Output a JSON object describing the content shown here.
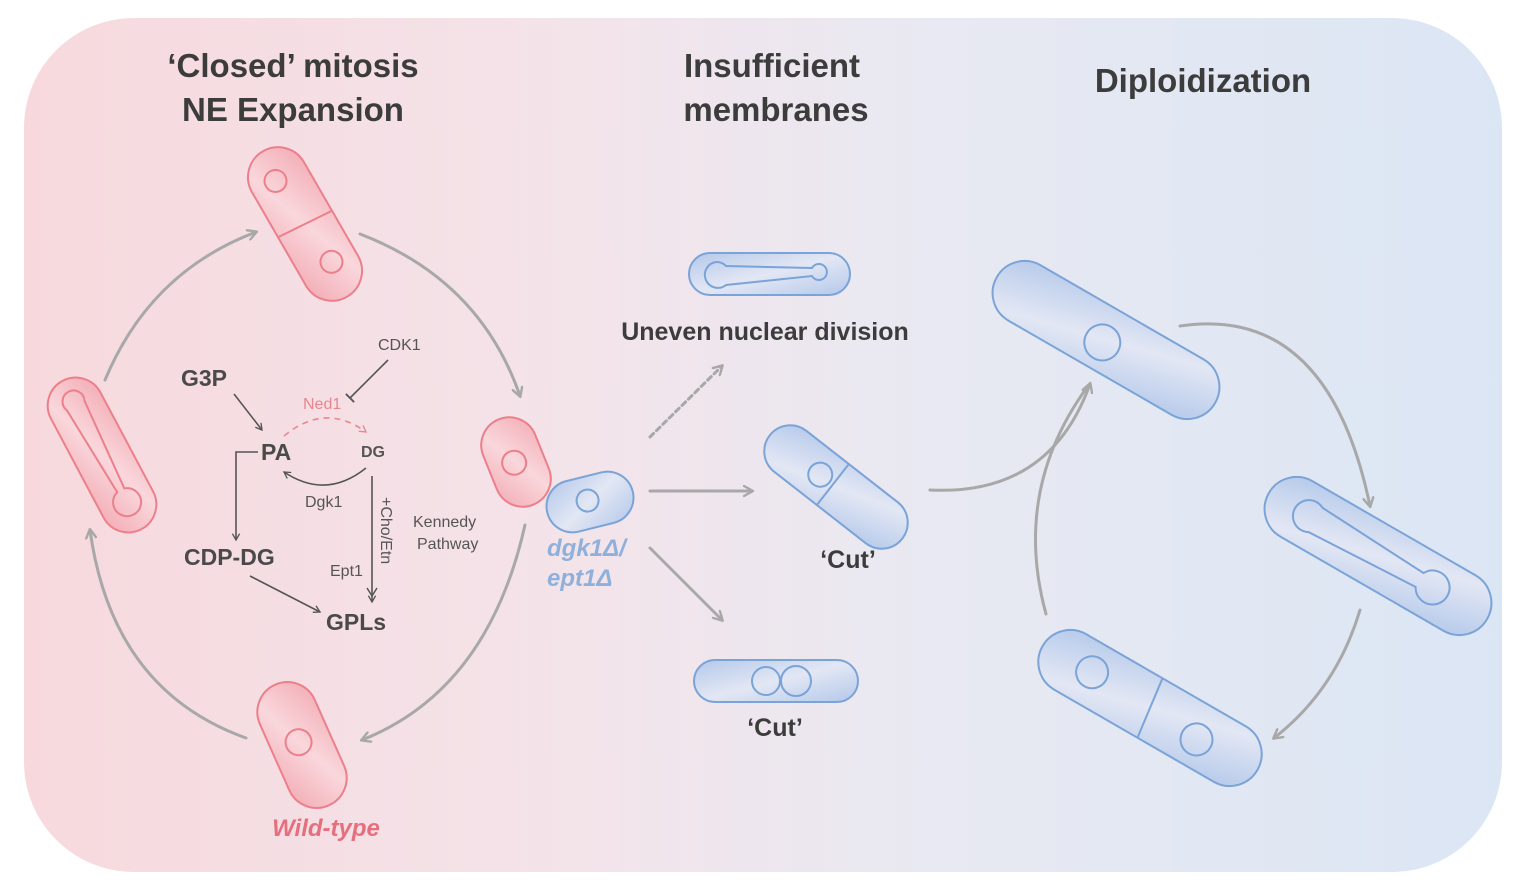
{
  "colors": {
    "pink_fill": "#f4b8bf",
    "pink_stroke": "#ec7f8a",
    "blue_fill": "#b9cbea",
    "blue_stroke": "#7aa3d8",
    "arrow_gray": "#a8a8a8",
    "text_dark": "#3c3c3c",
    "wildtype_pink": "#e56f7d",
    "mutant_blue": "#8fb0db",
    "ned1_pink": "#e9868f"
  },
  "headings": {
    "closed_mitosis_line1": "‘Closed’ mitosis",
    "closed_mitosis_line2": "NE Expansion",
    "insufficient_line1": "Insufficient",
    "insufficient_line2": "membranes",
    "diploidization": "Diploidization"
  },
  "pathway": {
    "g3p": "G3P",
    "pa": "PA",
    "dg": "DG",
    "cdk1": "CDK1",
    "ned1": "Ned1",
    "dgk1": "Dgk1",
    "cdp_dg": "CDP-DG",
    "gpls": "GPLs",
    "ept1": "Ept1",
    "cho_etn": "+Cho/Etn",
    "kennedy_line1": "Kennedy",
    "kennedy_line2": "Pathway"
  },
  "labels": {
    "wild_type": "Wild-type",
    "mutant_line1": "dgk1Δ/",
    "mutant_line2": "ept1Δ",
    "uneven": "Uneven nuclear division",
    "cut_1": "‘Cut’",
    "cut_2": "‘Cut’"
  }
}
